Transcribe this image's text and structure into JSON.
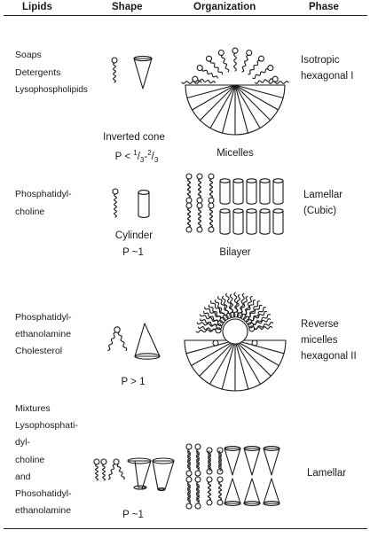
{
  "headers": {
    "lipids": "Lipids",
    "shape": "Shape",
    "organization": "Organization",
    "phase": "Phase"
  },
  "rows": [
    {
      "lipids": [
        "Soaps",
        "Detergents",
        "Lysophospholipids"
      ],
      "shape": "Inverted cone",
      "p_base": "P <",
      "p_frac1_num": "1",
      "p_frac1_den": "3",
      "p_dash": "-",
      "p_frac2_num": "2",
      "p_frac2_den": "3",
      "organization": "Micelles",
      "phase": [
        "Isotropic",
        "hexagonal I"
      ]
    },
    {
      "lipids": [
        "Phosphatidyl-",
        "choline"
      ],
      "shape": "Cylinder",
      "p": "P ~1",
      "organization": "Bilayer",
      "phase": [
        "Lamellar",
        "(Cubic)"
      ]
    },
    {
      "lipids": [
        "Phosphatidyl-",
        "ethanolamine",
        "Cholesterol"
      ],
      "shape": "",
      "p": "P > 1",
      "organization": "",
      "phase": [
        "Reverse",
        "micelles",
        "hexagonal II"
      ]
    },
    {
      "lipids": [
        "Mixtures",
        "Lysophosphati-",
        "dyl-",
        "choline",
        "and",
        "Phosohatidyl-",
        "ethanolamine"
      ],
      "shape": "",
      "p": "P ~1",
      "organization": "",
      "phase": [
        "Lamellar"
      ]
    }
  ],
  "colors": {
    "ink": "#1a1a1a",
    "rule": "#222222"
  }
}
